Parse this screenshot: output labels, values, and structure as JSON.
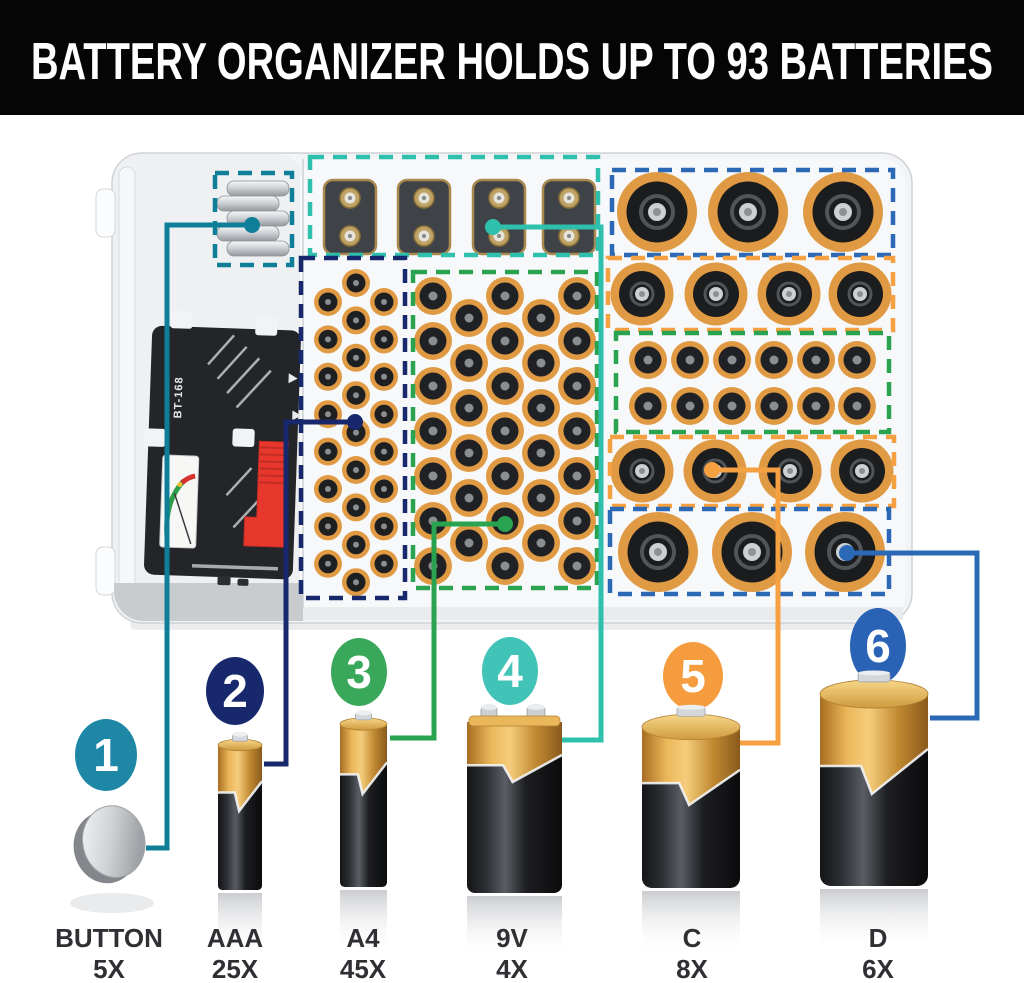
{
  "banner": {
    "title": "BATTERY ORGANIZER HOLDS UP TO 93 BATTERIES",
    "bg": "#050505",
    "fg": "#ffffff"
  },
  "organizer": {
    "tester_label": "BT-168",
    "compartments": [
      {
        "id": "button-cells",
        "type": "BUTTON",
        "count": 5,
        "box_color": "#0f7f99"
      },
      {
        "id": "9v-cells",
        "type": "9V",
        "count": 4,
        "box_color": "#2fc0ad"
      },
      {
        "id": "aaa-cells",
        "type": "AAA",
        "count": 25,
        "box_color": "#17286c"
      },
      {
        "id": "aa-cells-main",
        "type": "AA",
        "count": 33,
        "box_color": "#2aa350"
      },
      {
        "id": "d-cells-top",
        "type": "D",
        "count": 3,
        "box_color": "#2b68b5"
      },
      {
        "id": "c-cells-top",
        "type": "C",
        "count": 4,
        "box_color": "#f5a041"
      },
      {
        "id": "aa-cells-right",
        "type": "AA",
        "count": 12,
        "box_color": "#2aa350"
      },
      {
        "id": "c-cells-bottom",
        "type": "C",
        "count": 4,
        "box_color": "#f5a041"
      },
      {
        "id": "d-cells-bottom",
        "type": "D",
        "count": 3,
        "box_color": "#2b68b5"
      }
    ]
  },
  "legend": [
    {
      "number": "1",
      "name": "BUTTON",
      "count": "5X",
      "badge_color": "#1d87a5",
      "line_color": "#0f7f99"
    },
    {
      "number": "2",
      "name": "AAA",
      "count": "25X",
      "badge_color": "#17286c",
      "line_color": "#17286c"
    },
    {
      "number": "3",
      "name": "A4",
      "count": "45X",
      "badge_color": "#3aa85b",
      "line_color": "#2aa350"
    },
    {
      "number": "4",
      "name": "9V",
      "count": "4X",
      "badge_color": "#41c4b7",
      "line_color": "#2fc0ad"
    },
    {
      "number": "5",
      "name": "C",
      "count": "8X",
      "badge_color": "#f59c3e",
      "line_color": "#f5a041"
    },
    {
      "number": "6",
      "name": "D",
      "count": "6X",
      "badge_color": "#2a62b5",
      "line_color": "#2b68b5"
    }
  ]
}
